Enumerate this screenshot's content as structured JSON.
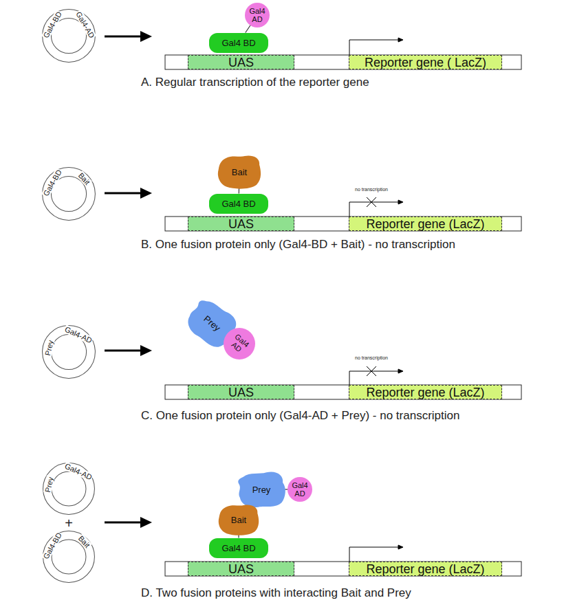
{
  "diagram": {
    "nodes": [
      {
        "text": [
          "Gal4-BD",
          "Gal4-AD"
        ]
      },
      {
        "text": [
          "Gal4 AD"
        ]
      },
      {
        "text": [
          "Gal4 BD"
        ]
      },
      {
        "text": [
          "UAS"
        ]
      },
      {
        "text": [
          "Reporter gene ( LacZ)"
        ]
      },
      {
        "text": [
          "Gal4-BD",
          "Bait"
        ]
      },
      {
        "text": [
          "Bait"
        ]
      },
      {
        "text": [
          "Gal4 BD"
        ]
      },
      {
        "text": [
          "UAS"
        ]
      },
      {
        "text": [
          "Reporter gene (LacZ)"
        ]
      },
      {
        "text": [
          "Prey",
          "Gal4-AD"
        ]
      },
      {
        "text": [
          "Prey"
        ]
      },
      {
        "text": [
          "Gal4 AD"
        ]
      },
      {
        "text": [
          "UAS"
        ]
      },
      {
        "text": [
          "Reporter gene (LacZ)"
        ]
      },
      {
        "text": [
          "Prey",
          "Gal4-AD"
        ]
      },
      {
        "text": [
          "Gal4-BD",
          "Bait"
        ]
      },
      {
        "text": [
          "Prey"
        ]
      },
      {
        "text": [
          "Gal4 AD"
        ]
      },
      {
        "text": [
          "Bait"
        ]
      },
      {
        "text": [
          "Gal4 BD"
        ]
      },
      {
        "text": [
          "UAS"
        ]
      },
      {
        "text": [
          "Reporter gene (LacZ)"
        ]
      }
    ],
    "edges": [
      {
        "from": 1,
        "to": 2,
        "arrow": "none"
      },
      {
        "from": 6,
        "to": 7,
        "arrow": "none"
      },
      {
        "from": 11,
        "to": 12,
        "arrow": "none"
      },
      {
        "from": 17,
        "to": 18,
        "arrow": "none"
      },
      {
        "from": 19,
        "to": 20,
        "arrow": "none"
      }
    ],
    "labels": [
      "A. Regular transcription of the reporter gene",
      "no transcription",
      "B. One fusion protein only (Gal4-BD + Bait) - no transcription",
      "no transcription",
      "C. One fusion protein only (Gal4-AD + Prey) - no transcription",
      "+",
      "D. Two fusion proteins with interacting Bait and Prey"
    ]
  }
}
